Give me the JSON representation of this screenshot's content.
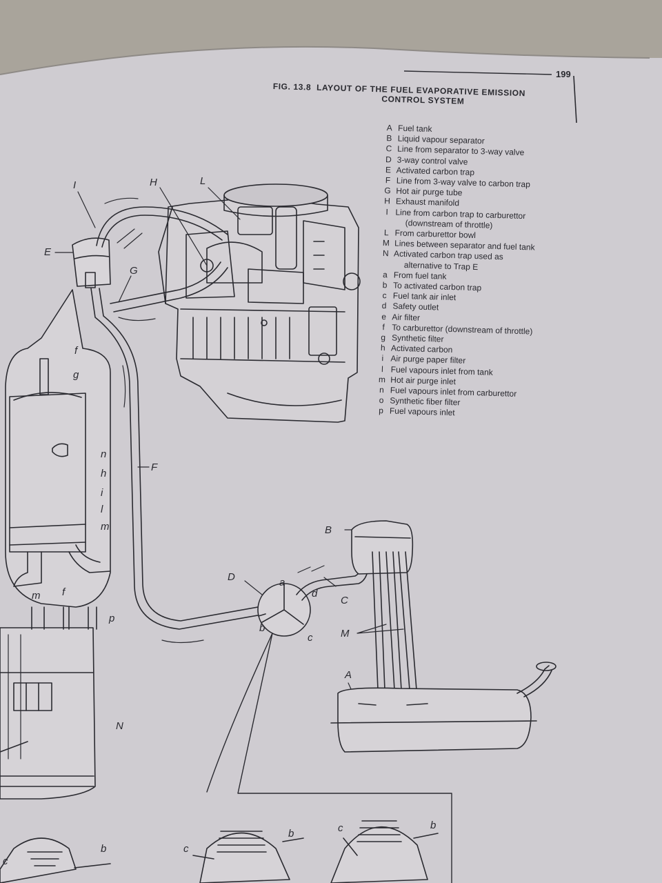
{
  "page_number": "199",
  "figure": {
    "number": "FIG. 13.8",
    "title_line1": "LAYOUT OF THE FUEL EVAPORATIVE EMISSION",
    "title_line2": "CONTROL SYSTEM"
  },
  "legend": [
    {
      "key": "A",
      "text": "Fuel tank"
    },
    {
      "key": "B",
      "text": "Liquid vapour separator"
    },
    {
      "key": "C",
      "text": "Line from separator to 3-way valve"
    },
    {
      "key": "D",
      "text": "3-way control valve"
    },
    {
      "key": "E",
      "text": "Activated carbon trap"
    },
    {
      "key": "F",
      "text": "Line from 3-way valve to carbon trap"
    },
    {
      "key": "G",
      "text": "Hot air purge tube"
    },
    {
      "key": "H",
      "text": "Exhaust manifold"
    },
    {
      "key": "I",
      "text": "Line from carbon trap to carburettor",
      "cont": "(downstream of throttle)"
    },
    {
      "key": "L",
      "text": "From carburettor bowl"
    },
    {
      "key": "M",
      "text": "Lines between separator and fuel tank"
    },
    {
      "key": "N",
      "text": "Activated carbon trap used as",
      "cont": "alternative to Trap E"
    },
    {
      "key": "a",
      "text": "From fuel tank"
    },
    {
      "key": "b",
      "text": "To activated carbon trap"
    },
    {
      "key": "c",
      "text": "Fuel tank air inlet"
    },
    {
      "key": "d",
      "text": "Safety outlet"
    },
    {
      "key": "e",
      "text": "Air filter"
    },
    {
      "key": "f",
      "text": "To carburettor (downstream of throttle)"
    },
    {
      "key": "g",
      "text": "Synthetic filter"
    },
    {
      "key": "h",
      "text": "Activated carbon"
    },
    {
      "key": "i",
      "text": "Air purge paper filter"
    },
    {
      "key": "l",
      "text": "Fuel vapours inlet from tank"
    },
    {
      "key": "m",
      "text": "Hot air purge inlet"
    },
    {
      "key": "n",
      "text": "Fuel vapours inlet from carburettor"
    },
    {
      "key": "o",
      "text": "Synthetic fiber filter"
    },
    {
      "key": "p",
      "text": "Fuel vapours inlet"
    }
  ],
  "callouts": {
    "I": "I",
    "H": "H",
    "L": "L",
    "E": "E",
    "G": "G",
    "F": "F",
    "D": "D",
    "B": "B",
    "C": "C",
    "M": "M",
    "A": "A",
    "N": "N",
    "a": "a",
    "b": "b",
    "c": "c",
    "d": "d",
    "f": "f",
    "g": "g",
    "n": "n",
    "h": "h",
    "i": "i",
    "l": "l",
    "m": "m",
    "p": "p"
  },
  "colors": {
    "paper": "#cfccd1",
    "ink": "#2a2a30",
    "background": "#a9a49b"
  }
}
